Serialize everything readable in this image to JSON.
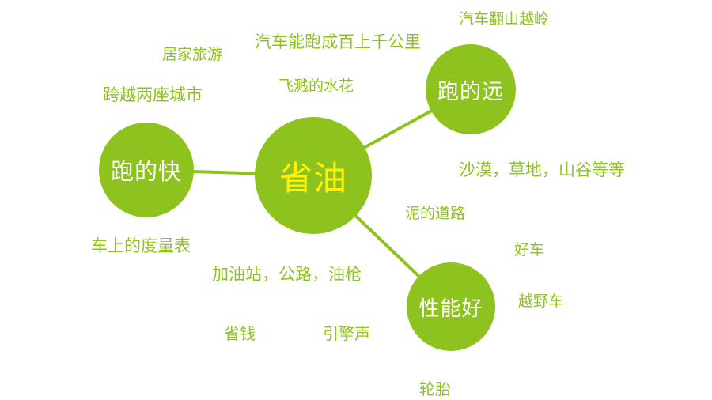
{
  "colors": {
    "node_green": "#8dc21f",
    "center_text_yellow": "#fff100",
    "branch_text_white": "#ffffff",
    "keyword_green": "#8dc21f",
    "background": "#ffffff"
  },
  "mindmap": {
    "center": {
      "label": "省油"
    },
    "branches": [
      {
        "id": "fast",
        "label": "跑的快"
      },
      {
        "id": "far",
        "label": "跑的远"
      },
      {
        "id": "perf",
        "label": "性能好"
      }
    ],
    "keywords": [
      {
        "label": "汽车翻山越岭"
      },
      {
        "label": "汽车能跑成百上千公里"
      },
      {
        "label": "居家旅游"
      },
      {
        "label": "飞溅的水花"
      },
      {
        "label": "跨越两座城市"
      },
      {
        "label": "沙漠，草地，山谷等等"
      },
      {
        "label": "泥的道路"
      },
      {
        "label": "好车"
      },
      {
        "label": "车上的度量表"
      },
      {
        "label": "加油站，公路，油枪"
      },
      {
        "label": "越野车"
      },
      {
        "label": "省钱"
      },
      {
        "label": "引擎声"
      },
      {
        "label": "轮胎"
      }
    ]
  }
}
